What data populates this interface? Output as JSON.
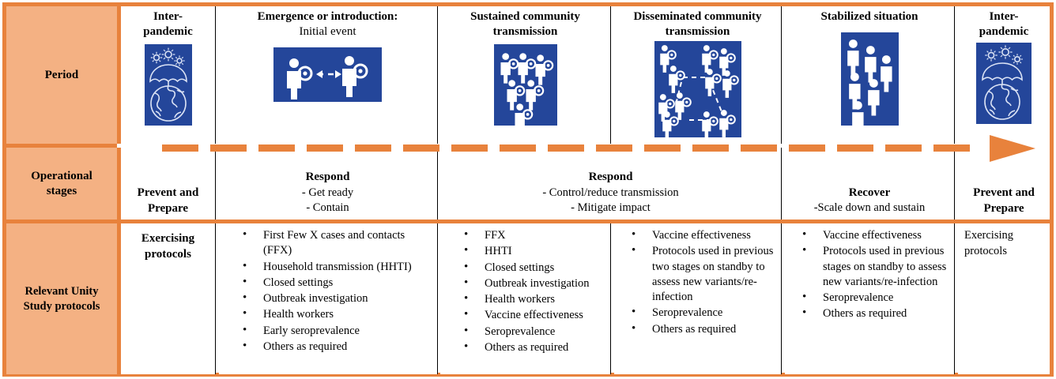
{
  "colors": {
    "orange": "#E8823C",
    "header_fill": "#F4B183",
    "icon_blue": "#24469A",
    "text": "#000000"
  },
  "rows": {
    "period_label": "Period",
    "operational_label": "Operational stages",
    "operational_label_line1": "Operational",
    "operational_label_line2": "stages",
    "protocols_label_line1": "Relevant Unity",
    "protocols_label_line2": "Study protocols"
  },
  "periods": [
    {
      "title_line1": "Inter-",
      "title_line2": "pandemic",
      "icon": "umbrella-over-globe-with-virus-icon"
    },
    {
      "title_line1": "Emergence or introduction:",
      "title_line2": "Initial event",
      "icon": "two-people-transmission-arrow-icon"
    },
    {
      "title_line1": "Sustained community",
      "title_line2": "transmission",
      "icon": "six-infected-people-icon"
    },
    {
      "title_line1": "Disseminated community",
      "title_line2": "transmission",
      "icon": "network-of-infected-people-icon"
    },
    {
      "title_line1": "Stabilized situation",
      "title_line2": "",
      "icon": "scattered-healthy-people-icon"
    },
    {
      "title_line1": "Inter-",
      "title_line2": "pandemic",
      "icon": "umbrella-over-globe-with-virus-icon"
    }
  ],
  "operational_stages": [
    {
      "title": "Prevent and Prepare",
      "title_line1": "Prevent and",
      "title_line2": "Prepare",
      "details": []
    },
    {
      "title": "Respond",
      "details": [
        "- Get ready",
        "- Contain"
      ]
    },
    {
      "title": "Respond",
      "details": [
        "-     Control/reduce transmission",
        "-      Mitigate impact"
      ]
    },
    {
      "title": "Recover",
      "details": [
        "-Scale down and sustain"
      ]
    },
    {
      "title": "Prevent and Prepare",
      "title_line1": "Prevent and",
      "title_line2": "Prepare",
      "details": []
    }
  ],
  "protocols": [
    {
      "style": "plain",
      "text_line1": "Exercising",
      "text_line2": "protocols",
      "items": []
    },
    {
      "style": "bullets",
      "items": [
        "First Few X cases and contacts (FFX)",
        "Household transmission (HHTI)",
        "Closed settings",
        "Outbreak investigation",
        "Health workers",
        "Early seroprevalence",
        "Others as required"
      ]
    },
    {
      "style": "bullets",
      "items": [
        "FFX",
        "HHTI",
        "Closed settings",
        "Outbreak investigation",
        "Health workers",
        "Vaccine effectiveness",
        "Seroprevalence",
        "Others as required"
      ]
    },
    {
      "style": "bullets",
      "items": [
        "Vaccine effectiveness",
        "Protocols used in previous two stages on standby to assess new variants/re-infection",
        "Seroprevalence",
        "Others as required"
      ]
    },
    {
      "style": "bullets",
      "items": [
        "Vaccine effectiveness",
        "Protocols used in previous stages on standby to assess new variants/re-infection",
        "Seroprevalence",
        "Others as required"
      ]
    },
    {
      "style": "plain",
      "text_line1": "Exercising",
      "text_line2": "protocols",
      "items": []
    }
  ]
}
